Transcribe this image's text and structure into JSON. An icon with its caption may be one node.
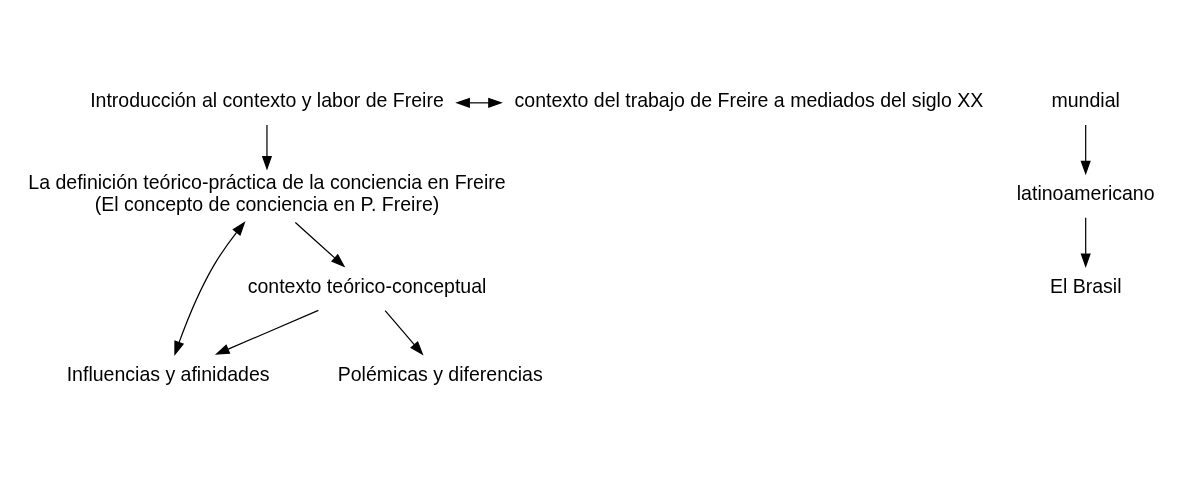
{
  "diagram": {
    "nodes": [
      {
        "text": [
          "Introducción al contexto y labor de Freire"
        ]
      },
      {
        "text": [
          "contexto del trabajo de Freire a mediados del siglo XX"
        ]
      },
      {
        "text": [
          "mundial"
        ]
      },
      {
        "text": [
          "latinoamericano"
        ]
      },
      {
        "text": [
          "El Brasil"
        ]
      },
      {
        "text": [
          "La definición teórico-práctica de la conciencia en Freire",
          "(El concepto de conciencia en P. Freire)"
        ]
      },
      {
        "text": [
          "contexto teórico-conceptual"
        ]
      },
      {
        "text": [
          "Influencias y afinidades"
        ]
      },
      {
        "text": [
          "Polémicas y diferencias"
        ]
      }
    ],
    "edges": [
      {
        "from": 0,
        "to": 1,
        "arrow": "both"
      },
      {
        "from": 2,
        "to": 3,
        "arrow": "to"
      },
      {
        "from": 3,
        "to": 4,
        "arrow": "to"
      },
      {
        "from": 0,
        "to": 5,
        "arrow": "to"
      },
      {
        "from": 5,
        "to": 6,
        "arrow": "to"
      },
      {
        "from": 6,
        "to": 7,
        "arrow": "to"
      },
      {
        "from": 6,
        "to": 8,
        "arrow": "to"
      },
      {
        "from": 5,
        "to": 7,
        "arrow": "both"
      }
    ]
  }
}
